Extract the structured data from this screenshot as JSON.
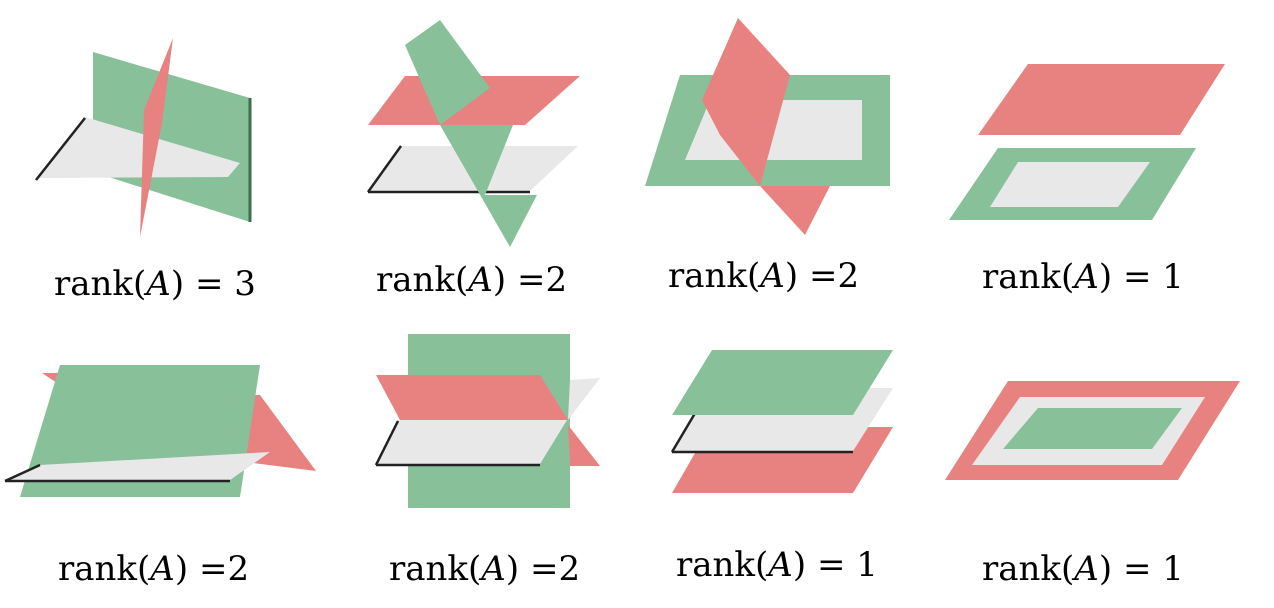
{
  "caption_prefix": "rank(",
  "caption_var": "A",
  "caption_suffix": ")",
  "cells": [
    {
      "eq": "= ",
      "value": "3"
    },
    {
      "eq": "=",
      "value": "2"
    },
    {
      "eq": "=",
      "value": "2"
    },
    {
      "eq": "= ",
      "value": "1"
    },
    {
      "eq": "=",
      "value": "2"
    },
    {
      "eq": "=",
      "value": "2"
    },
    {
      "eq": "= ",
      "value": "1"
    },
    {
      "eq": "= ",
      "value": "1"
    }
  ],
  "colors": {
    "green": "#88c09a",
    "red": "#e78280",
    "gray": "#e8e8e8"
  }
}
